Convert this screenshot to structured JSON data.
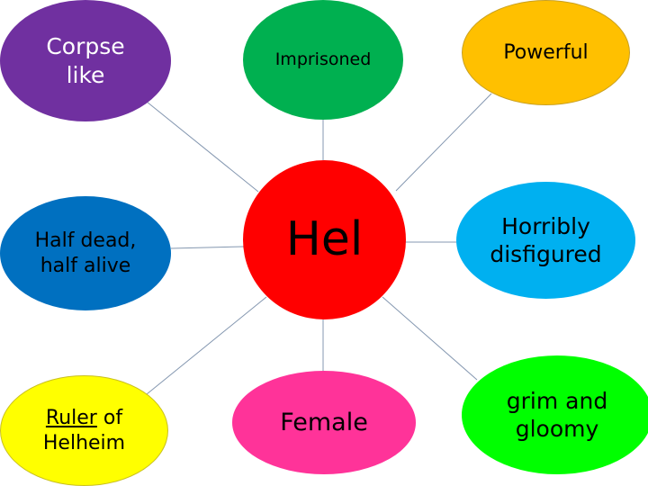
{
  "diagram": {
    "type": "mind-map",
    "center": {
      "label": "Hel",
      "color": "#FF0000",
      "text_color": "#000000"
    },
    "nodes": [
      {
        "id": "corpse",
        "lines": [
          "Corpse",
          "like"
        ],
        "color": "#7030A0",
        "text_color": "#FFFFFF"
      },
      {
        "id": "imprisoned",
        "lines": [
          "Imprisoned"
        ],
        "color": "#00B050",
        "text_color": "#000000"
      },
      {
        "id": "powerful",
        "lines": [
          "Powerful"
        ],
        "color": "#FFC000",
        "text_color": "#000000"
      },
      {
        "id": "half",
        "lines": [
          "Half dead,",
          "half alive"
        ],
        "color": "#0070C0",
        "text_color": "#000000"
      },
      {
        "id": "horribly",
        "lines": [
          "Horribly",
          "disfigured"
        ],
        "color": "#00B0F0",
        "text_color": "#000000"
      },
      {
        "id": "ruler",
        "line1_underlined": "Ruler",
        "line1_rest": " of",
        "line2": "Helheim",
        "color": "#FFFF00",
        "text_color": "#000000"
      },
      {
        "id": "female",
        "lines": [
          "Female"
        ],
        "color": "#FF3399",
        "text_color": "#000000"
      },
      {
        "id": "grim",
        "lines": [
          "grim and",
          "gloomy"
        ],
        "color": "#00FF00",
        "text_color": "#000000"
      }
    ],
    "connector_color": "#8497B0"
  }
}
